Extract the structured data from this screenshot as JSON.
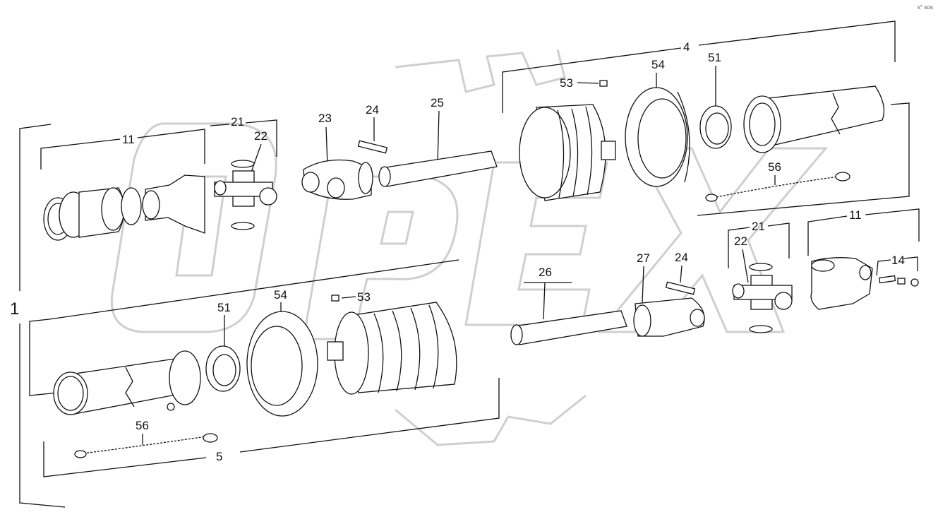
{
  "watermark": "OPEX",
  "corner_mark": "s° sos",
  "callouts": {
    "assembly": "1",
    "upper_half": "4",
    "lower_half": "5",
    "yoke_upper": "11",
    "yoke_lower": "11",
    "cross_kit_upper": "21",
    "cross_kit_lower": "21",
    "cross_upper": "22",
    "cross_lower": "22",
    "inner_yoke_upper": "23",
    "inner_yoke_lower": "27",
    "pin_upper": "24",
    "pin_lower": "24",
    "profile_tube_upper": "25",
    "profile_tube_lower": "26",
    "bearing_ring_upper": "51",
    "bearing_ring_lower": "51",
    "screw_upper": "53",
    "screw_lower": "53",
    "guard_cone_upper": "54",
    "guard_cone_lower": "54",
    "chain_upper": "56",
    "chain_lower": "56",
    "bolt_set": "14"
  }
}
